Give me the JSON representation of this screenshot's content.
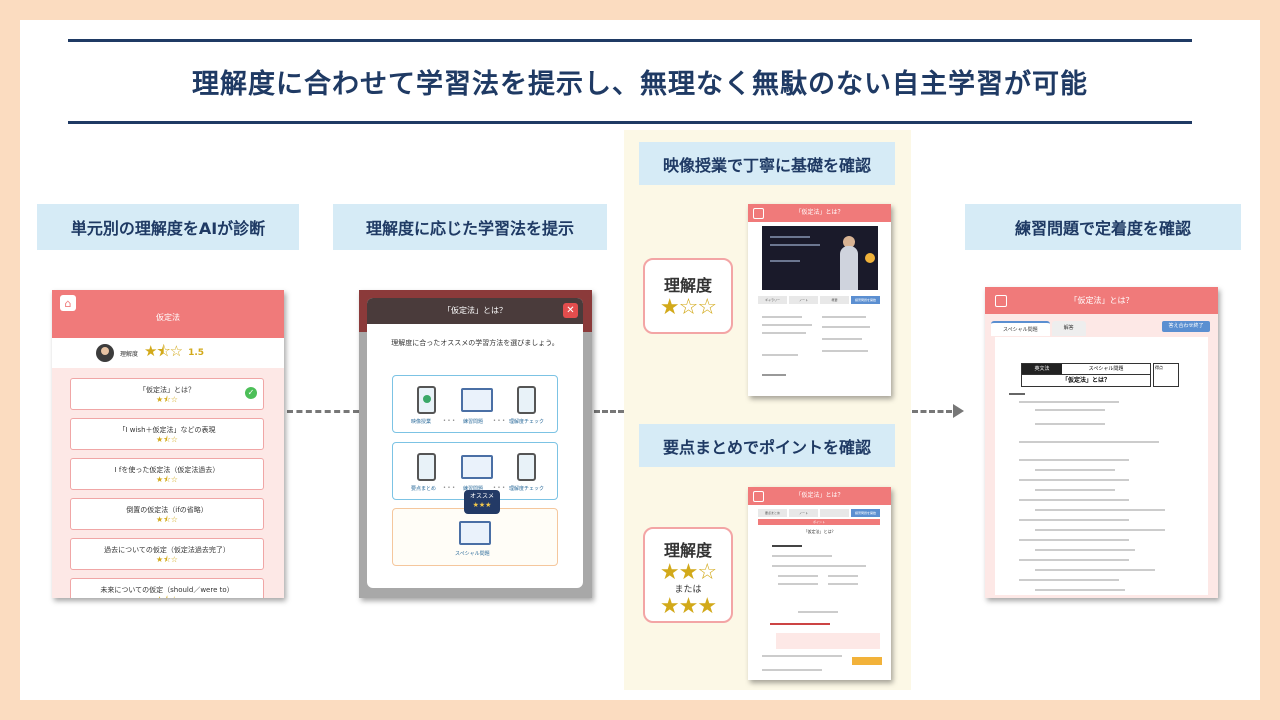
{
  "title": "理解度に合わせて学習法を提示し、無理なく無駄のない自主学習が可能",
  "steps": {
    "step1": "単元別の理解度をAIが診断",
    "step2": "理解度に応じた学習法を提示",
    "step3a": "映像授業で丁寧に基礎を確認",
    "step3b": "要点まとめでポイントを確認",
    "step4": "練習問題で定着度を確認"
  },
  "rikaido": {
    "label": "理解度",
    "stars_low": "★☆☆",
    "stars_mid": "★★☆",
    "or": "または",
    "stars_high": "★★★"
  },
  "screen1": {
    "header": "仮定法",
    "score_label": "理解度",
    "score_stars": "★⯪☆",
    "score_value": "1.5",
    "items": [
      {
        "name": "「仮定法」とは？",
        "stars": "★⯪☆"
      },
      {
        "name": "「I wish＋仮定法」などの表現",
        "stars": "★⯪☆"
      },
      {
        "name": "I fを使った仮定法（仮定法過去）",
        "stars": "★⯪☆"
      },
      {
        "name": "倒置の仮定法（ifの省略）",
        "stars": "★⯪☆"
      },
      {
        "name": "過去についての仮定（仮定法過去完了）",
        "stars": "★⯪☆"
      },
      {
        "name": "未来についての仮定（should／were to）",
        "stars": "★⯪☆"
      }
    ]
  },
  "screen2": {
    "modal_title": "「仮定法」とは？",
    "close": "✕",
    "desc": "理解度に合ったオススメの学習方法を選びましょう。",
    "opt1": [
      "映像授業",
      "練習問題",
      "理解度チェック"
    ],
    "opt2": [
      "要点まとめ",
      "練習問題",
      "理解度チェック"
    ],
    "dots": "• • •",
    "recommend": "オススメ",
    "recommend_stars": "★★★",
    "special": "スペシャル問題"
  },
  "screen3": {
    "header": "「仮定法」とは？",
    "tabs": [
      "ギャラリー",
      "ノート",
      "概要",
      "練習問題を開始"
    ]
  },
  "screen4": {
    "header": "「仮定法」とは？",
    "tabs": [
      "要点まとめ",
      "ノート",
      "",
      "練習問題を開始"
    ],
    "point": "ポイント",
    "q": "「仮定法」とは？",
    "btn": "練習問題を開始"
  },
  "screen5": {
    "header": "「仮定法」とは？",
    "tab1": "スペシャル問題",
    "tab2": "解答",
    "submit": "答え合わせ終了",
    "sheet_left": "英文法",
    "sheet_right": "スペシャル問題",
    "sheet_title": "「仮定法」とは？",
    "sheet_score": "得点"
  }
}
